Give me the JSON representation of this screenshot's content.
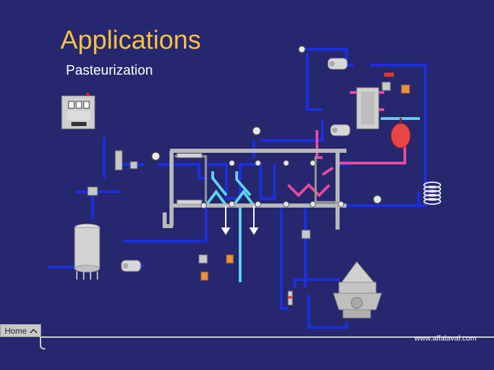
{
  "slide": {
    "title": "Applications",
    "subtitle": "Pasteurization",
    "home_label": "Home",
    "url": "www.alfalaval.com"
  },
  "colors": {
    "background": "#26276e",
    "title": "#f5c242",
    "pipe_blue": "#1a2fe0",
    "pipe_cyan": "#5fd3f0",
    "pipe_pink": "#e84a9e",
    "equipment": "#c8c8c8"
  },
  "icons": [
    "control-panel-icon",
    "pump-icon",
    "valve-icon",
    "gauge-icon",
    "tank-icon",
    "separator-icon",
    "heat-exchanger-icon",
    "expansion-tank-icon",
    "holding-coil-icon"
  ]
}
